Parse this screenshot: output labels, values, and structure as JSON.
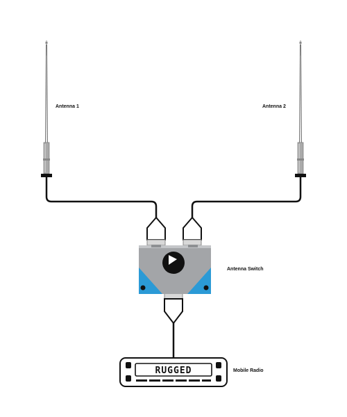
{
  "labels": {
    "antenna1": "Antenna 1",
    "antenna2": "Antenna 2",
    "switch": "Antenna Switch",
    "radio": "Mobile Radio"
  },
  "radio": {
    "display_text": "RUGGED"
  },
  "colors": {
    "switch_body": "#a3a5a8",
    "switch_accent": "#2b9ad6",
    "knob": "#111111",
    "cable": "#111111"
  }
}
